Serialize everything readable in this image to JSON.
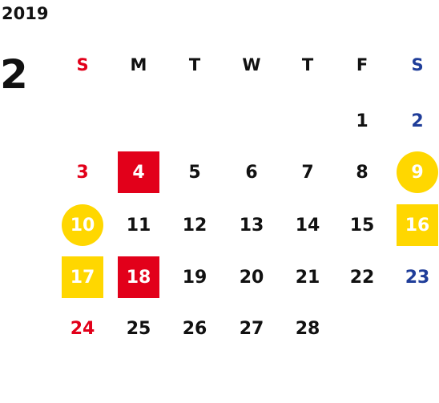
{
  "year": "2019",
  "month": "2",
  "colors": {
    "text": "#111111",
    "sunday": "#e2001a",
    "saturday": "#1f3d99",
    "holiday_box": "#e2001a",
    "highlight": "#ffd700",
    "highlight_text": "#ffffff"
  },
  "weekdays": [
    {
      "label": "S",
      "type": "sunday"
    },
    {
      "label": "M",
      "type": "weekday"
    },
    {
      "label": "T",
      "type": "weekday"
    },
    {
      "label": "W",
      "type": "weekday"
    },
    {
      "label": "T",
      "type": "weekday"
    },
    {
      "label": "F",
      "type": "weekday"
    },
    {
      "label": "S",
      "type": "saturday"
    }
  ],
  "weeks": [
    [
      null,
      null,
      null,
      null,
      null,
      {
        "day": "1"
      },
      {
        "day": "2",
        "style": "saturday"
      }
    ],
    [
      {
        "day": "3",
        "style": "sunday"
      },
      {
        "day": "4",
        "style": "red-box"
      },
      {
        "day": "5"
      },
      {
        "day": "6"
      },
      {
        "day": "7"
      },
      {
        "day": "8"
      },
      {
        "day": "9",
        "style": "yellow-circle"
      }
    ],
    [
      {
        "day": "10",
        "style": "yellow-circle"
      },
      {
        "day": "11"
      },
      {
        "day": "12"
      },
      {
        "day": "13"
      },
      {
        "day": "14"
      },
      {
        "day": "15"
      },
      {
        "day": "16",
        "style": "yellow-box"
      }
    ],
    [
      {
        "day": "17",
        "style": "yellow-box"
      },
      {
        "day": "18",
        "style": "red-box"
      },
      {
        "day": "19"
      },
      {
        "day": "20"
      },
      {
        "day": "21"
      },
      {
        "day": "22"
      },
      {
        "day": "23",
        "style": "saturday"
      }
    ],
    [
      {
        "day": "24",
        "style": "sunday"
      },
      {
        "day": "25"
      },
      {
        "day": "26"
      },
      {
        "day": "27"
      },
      {
        "day": "28"
      },
      null,
      null
    ]
  ]
}
